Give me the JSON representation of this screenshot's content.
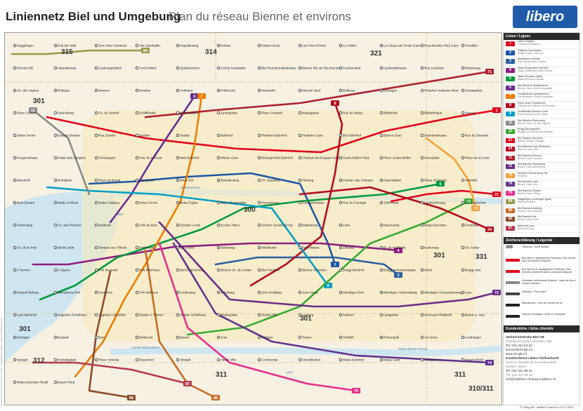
{
  "header": {
    "title_de": "Liniennetz Biel und Umgebung",
    "title_fr": "Plan du réseau Bienne et environs",
    "logo": "libero"
  },
  "zones": [
    "315",
    "314",
    "321",
    "301",
    "300",
    "301",
    "331",
    "301",
    "312",
    "311",
    "311",
    "310/311",
    "301"
  ],
  "lines": [
    {
      "num": "1",
      "color": "#e2001a",
      "de": "Libero-Stadion",
      "fr": "Champ-de-Boujean"
    },
    {
      "num": "2",
      "color": "#1d56a5",
      "de": "Rötiquai-Orpundplatz",
      "fr": "Bridge-Place d'Orpond"
    },
    {
      "num": "3",
      "color": "#2d5f9e",
      "de": "Mösliacker-Vorhölzli",
      "fr": "Petit Marais-Bois-Devant"
    },
    {
      "num": "4",
      "color": "#8e1c7f",
      "de": "Nidau Burgerallee-Vorhölzli",
      "fr": "Nidau Burgerallee-Bois-Devant"
    },
    {
      "num": "5",
      "color": "#009a3e",
      "de": "Nidau Beunden-Spital",
      "fr": "Nidau Beunden-Hôpital"
    },
    {
      "num": "6",
      "color": "#6a2c8f",
      "de": "Biel Bahnhof-Spitalzentrum",
      "fr": "Bienne Gare-Centre hospitalier"
    },
    {
      "num": "7",
      "color": "#ee7d00",
      "de": "Port/Bellevue-Spitalzentrum",
      "fr": "Port/Bellevue-Centre hospitalier"
    },
    {
      "num": "8",
      "color": "#b40d1e",
      "de": "Klinik Linde-Fuchsenried",
      "fr": "Clinique des Tilleuls-Fuchsenried"
    },
    {
      "num": "9",
      "color": "#00a0c6",
      "de": "Schiffländte-Schulen Linde",
      "fr": "Débarcadère-Ecoles Tilleul"
    },
    {
      "num": "11",
      "color": "#8a8a8a",
      "de": "Biel Bahnhof-Rebenweg",
      "fr": "Bienne Gare-Ch. des Vignes"
    },
    {
      "num": "12",
      "color": "#3aaa35",
      "de": "Brügg-Bözingenfeld",
      "fr": "Brügg-Les Champs-de-Boujean"
    },
    {
      "num": "21",
      "color": "#e2001a",
      "de": "Biel Stadien-Grenchen",
      "fr": "Bienne Stades-Granges"
    },
    {
      "num": "24",
      "color": "#b40d1e",
      "de": "Biel Bahnhof-Lyss (Pieterlen)",
      "fr": "Bienne Gare-Lyss"
    },
    {
      "num": "71",
      "color": "#ad1f2f",
      "de": "Biel Bahnhof-Romont",
      "fr": "Bienne Gare-Romont"
    },
    {
      "num": "72",
      "color": "#6b2d87",
      "de": "Biel Bahnhof-Meinisberg",
      "fr": "Bienne Gare-Meinisberg"
    },
    {
      "num": "73",
      "color": "#f4a23a",
      "de": "Pieterlen-Reichenberg Ost",
      "fr": "Pieterlen"
    },
    {
      "num": "74",
      "color": "#63348e",
      "de": "Biel Bahnhof-Lyss",
      "fr": "Bienne Gare-Lyss"
    },
    {
      "num": "75",
      "color": "#e7308a",
      "de": "Biel Bahnhof-Studen",
      "fr": "Bienne Gare-Studen"
    },
    {
      "num": "84",
      "color": "#9a9a4a",
      "de": "Magglingen-Leubringen (gelb)",
      "fr": "Macolin-Evilard"
    },
    {
      "num": "85",
      "color": "#c76b2a",
      "de": "Biel Bahnhof-Aarberg",
      "fr": "Bienne Gare-Aarberg"
    },
    {
      "num": "86",
      "color": "#8c4b2a",
      "de": "Biel Bahnhof-Ins",
      "fr": "Bienne Gare-Anet"
    },
    {
      "num": "87",
      "color": "#b7394f",
      "de": "Bellmund-Lyss",
      "fr": "Bellmund-Lyss"
    }
  ],
  "legend": {
    "lines_header": "Linien / Lignes",
    "symbols_header": "Zeichenerklärung / Légende",
    "info_header": "Kundeninfos / Infos clientèle",
    "symbols": [
      {
        "label": "300",
        "text": "Tarifzone / Zone tarifaire"
      },
      {
        "label": "",
        "text": "Bus fährt in angegebener Richtung / Bus circule dans la direction indiquée"
      },
      {
        "label": "",
        "text": "Bus hält nur in angegebener Richtung / Bus s'arrête seulement dans la direction indiquée"
      },
      {
        "label": "",
        "text": "Zeitweise verkehrende Buslinie / Ligne de bus à horaire restreint"
      },
      {
        "label": "",
        "text": "Seilbahn / Funiculaire"
      },
      {
        "label": "",
        "text": "Bahnstrecke / Voie de chemin de fer"
      },
      {
        "label": "",
        "text": "Halt auf Verlangen / Arrêt sur demande"
      }
    ],
    "info": [
      {
        "t": "Verkehrsbetriebe Biel VB",
        "s": "b"
      },
      {
        "t": "Transports publics biennois TpB",
        "s": "g"
      },
      {
        "t": "Tel. 032 344 63 63",
        "s": ""
      },
      {
        "t": "service@vb-tpb.ch",
        "s": ""
      },
      {
        "t": "www.vb-tpb.ch",
        "s": ""
      },
      {
        "t": "Kundendienst Libero-Tarifverbund",
        "s": "b"
      },
      {
        "t": "Service clientèle de la communauté",
        "s": "g"
      },
      {
        "t": "tarifaire Libero",
        "s": "g"
      },
      {
        "t": "Tel. 031 321 88 22",
        "s": ""
      },
      {
        "t": "Tél. 031 321 88 22",
        "s": "g"
      },
      {
        "t": "info@mylibero.ch/www.mylibero.ch",
        "s": ""
      }
    ],
    "validity": "© Gültig ab / Valable à partir du 12.12.2021"
  },
  "credit": "VISUELLE GESTALTUNG: JULIA CURTY · SUPERGRAPH GMBH · WWW.SUPERGRAPH.CH",
  "stops": [
    {
      "name": "Magglingen"
    },
    {
      "name": "End der Welt"
    },
    {
      "name": "Zum Alten Schwizer"
    },
    {
      "name": "Alte Sporthalle"
    },
    {
      "name": "Kapellenweg"
    },
    {
      "name": "Evilard"
    },
    {
      "name": "Evilard école"
    },
    {
      "name": "Les Prés-d'Orvin"
    },
    {
      "name": "Le Grillon"
    },
    {
      "name": "La Chaux-de-Fonds Gare"
    },
    {
      "name": "Reuchenette-Péry Gare"
    },
    {
      "name": "Frinvillier"
    },
    {
      "name": "Romont BE"
    },
    {
      "name": "Alpenstrasse"
    },
    {
      "name": "Leubringenbahn"
    },
    {
      "name": "Funi Evilard"
    },
    {
      "name": "Spitalzentrum"
    },
    {
      "name": "Centre hospitalier"
    },
    {
      "name": "Biel Reuchenettestrasse"
    },
    {
      "name": "Bienne Rte de Reuchenette"
    },
    {
      "name": "Fuchsenried"
    },
    {
      "name": "Lienhardstrasse"
    },
    {
      "name": "Rue Lienhard"
    },
    {
      "name": "Rebenweg"
    },
    {
      "name": "Ch. des Vignes"
    },
    {
      "name": "Rötiquai"
    },
    {
      "name": "Museen"
    },
    {
      "name": "Musées"
    },
    {
      "name": "Amthaus"
    },
    {
      "name": "Préfecture"
    },
    {
      "name": "Neumarkt"
    },
    {
      "name": "Marché Neuf"
    },
    {
      "name": "Bellevue"
    },
    {
      "name": "Bözingen"
    },
    {
      "name": "Pieterlen Industrie West"
    },
    {
      "name": "Guisanplatz"
    },
    {
      "name": "Place Guisan"
    },
    {
      "name": "Seehofweg"
    },
    {
      "name": "Ch. du Seehof"
    },
    {
      "name": "Schiffländte"
    },
    {
      "name": "Débarcadère"
    },
    {
      "name": "Zentralplatz"
    },
    {
      "name": "Place Centrale"
    },
    {
      "name": "Nidaugasse"
    },
    {
      "name": "Rue de Nidau"
    },
    {
      "name": "Bibliothek"
    },
    {
      "name": "Bibliothèque"
    },
    {
      "name": "Omega"
    },
    {
      "name": "Swiss Tennis"
    },
    {
      "name": "Dunant-Strasse"
    },
    {
      "name": "Rue Dunant"
    },
    {
      "name": "Stadien"
    },
    {
      "name": "Stades"
    },
    {
      "name": "Bahnhof"
    },
    {
      "name": "Pieterlen Bahnhof"
    },
    {
      "name": "Pieterlen Gare"
    },
    {
      "name": "Biel Bahnhof"
    },
    {
      "name": "Bienne Gare"
    },
    {
      "name": "Diamantstrasse"
    },
    {
      "name": "Rue du Diamant"
    },
    {
      "name": "Kongresshaus"
    },
    {
      "name": "Palais des Congrès"
    },
    {
      "name": "Schüsspark"
    },
    {
      "name": "Parc de la Suze"
    },
    {
      "name": "Mett Bahnhof"
    },
    {
      "name": "Mâche Gare"
    },
    {
      "name": "Bözingenfeld Bahnhof"
    },
    {
      "name": "Champs-de-Boujean Gare"
    },
    {
      "name": "Guido-Müller-Platz"
    },
    {
      "name": "Place Guido-Müller"
    },
    {
      "name": "Kreuzplatz"
    },
    {
      "name": "Place de la Croix"
    },
    {
      "name": "Bärenhof"
    },
    {
      "name": "Brühlplatz"
    },
    {
      "name": "Place du Breuil"
    },
    {
      "name": "Goldgrube"
    },
    {
      "name": "Mine d'Or"
    },
    {
      "name": "Beaulieuweg"
    },
    {
      "name": "Ch. Beaulieu"
    },
    {
      "name": "Flurweg"
    },
    {
      "name": "Chemin des Champs"
    },
    {
      "name": "Orpundplatz"
    },
    {
      "name": "Place d'Orpond"
    },
    {
      "name": "Vorhölzli"
    },
    {
      "name": "Bois-Devant"
    },
    {
      "name": "Nidau Schloss"
    },
    {
      "name": "Nidau Château"
    },
    {
      "name": "Nidau Kirche"
    },
    {
      "name": "Nidau Église"
    },
    {
      "name": "Nidau Burgerallee"
    },
    {
      "name": "Herrenmoos"
    },
    {
      "name": "Gumigelstrasse"
    },
    {
      "name": "Rue du Gumigel"
    },
    {
      "name": "Tiefenmatt"
    },
    {
      "name": "Laubscherweg"
    },
    {
      "name": "Ch. Laubscher"
    },
    {
      "name": "Finkenweg"
    },
    {
      "name": "Ch. des Pinsons"
    },
    {
      "name": "Waldrain"
    },
    {
      "name": "Crêt-du-Bois"
    },
    {
      "name": "Schulen Linde"
    },
    {
      "name": "Ecoles Tilleul"
    },
    {
      "name": "Schöne Gruebe Ecole"
    },
    {
      "name": "Battenberg"
    },
    {
      "name": "Lohe"
    },
    {
      "name": "Mauchamp"
    },
    {
      "name": "Nidau Beunden"
    },
    {
      "name": "Friedweg"
    },
    {
      "name": "Ch. de la Paix"
    },
    {
      "name": "Klinik Linde"
    },
    {
      "name": "Clinique des Tilleuls"
    },
    {
      "name": "Hohlenweg"
    },
    {
      "name": "Ch. Creux"
    },
    {
      "name": "Bärletweg"
    },
    {
      "name": "Mösliacker"
    },
    {
      "name": "Petit-Marais"
    },
    {
      "name": "Zihlplatz"
    },
    {
      "name": "Pl. de la Thielle"
    },
    {
      "name": "Kutterweg"
    },
    {
      "name": "Ch. Kutter"
    },
    {
      "name": "3 Tannen"
    },
    {
      "name": "3 Sapins"
    },
    {
      "name": "Port Neumatt"
    },
    {
      "name": "Port Pfarrhaus"
    },
    {
      "name": "Biel Erlacherweg"
    },
    {
      "name": "Bienne Ch. de Cerlier"
    },
    {
      "name": "Biel Friedhof"
    },
    {
      "name": "Bienne Cimetière"
    },
    {
      "name": "Brügg Bahnhof"
    },
    {
      "name": "Brügg Industriestrasse"
    },
    {
      "name": "Mösli"
    },
    {
      "name": "Brügg Jura"
    },
    {
      "name": "Orpund Byfang"
    },
    {
      "name": "Meinisberg Rüti"
    },
    {
      "name": "Grenchen"
    },
    {
      "name": "Port Bellevue"
    },
    {
      "name": "Lindenweg"
    },
    {
      "name": "Schulweg"
    },
    {
      "name": "Jens Dorfplatz"
    },
    {
      "name": "Jens Kürze"
    },
    {
      "name": "Merzligen Dorf"
    },
    {
      "name": "Merzligen Holzmattweg"
    },
    {
      "name": "Merzligen Grossackerweg"
    },
    {
      "name": "Lyss"
    },
    {
      "name": "Lyss Bahnhof"
    },
    {
      "name": "Aegerten Schulhaus"
    },
    {
      "name": "Aegerten Stöckfeld"
    },
    {
      "name": "Studen 3 Tannen"
    },
    {
      "name": "Studen Schulhaus"
    },
    {
      "name": "Wydenplatz"
    },
    {
      "name": "Studen BE"
    },
    {
      "name": "Aarberg"
    },
    {
      "name": "Safnern"
    },
    {
      "name": "Längacker"
    },
    {
      "name": "Scheuren Rüttibühl"
    },
    {
      "name": "Büren a. Aare"
    },
    {
      "name": "Dotzigen"
    },
    {
      "name": "Busswil"
    },
    {
      "name": "Bern"
    },
    {
      "name": "Bellmund"
    },
    {
      "name": "Ipsach"
    },
    {
      "name": "Sutz"
    },
    {
      "name": "Mörigen"
    },
    {
      "name": "Twann"
    },
    {
      "name": "Hohfluh"
    },
    {
      "name": "Römergutli"
    },
    {
      "name": "Am Stutz"
    },
    {
      "name": "Leubringen"
    },
    {
      "name": "Spiegel"
    },
    {
      "name": "Helvetiaplatz"
    },
    {
      "name": "Place Helvetia"
    },
    {
      "name": "Beaumont"
    },
    {
      "name": "Altstadt"
    },
    {
      "name": "Vieille Ville"
    },
    {
      "name": "Continental"
    },
    {
      "name": "Strandboden"
    },
    {
      "name": "Nidau Bahnhof"
    },
    {
      "name": "Nidau Gare"
    },
    {
      "name": "Grasgarten"
    },
    {
      "name": "Ipsach Herdi"
    },
    {
      "name": "Nidau Beunden Riedli"
    },
    {
      "name": "Ipsach Ried"
    }
  ],
  "map_labels": [
    {
      "t": "Canal Nidau-Büren"
    },
    {
      "t": "Nidau-Büren-Kanal"
    },
    {
      "t": "Schüss/Suze"
    },
    {
      "t": "Biel"
    },
    {
      "t": "Lyss"
    }
  ]
}
